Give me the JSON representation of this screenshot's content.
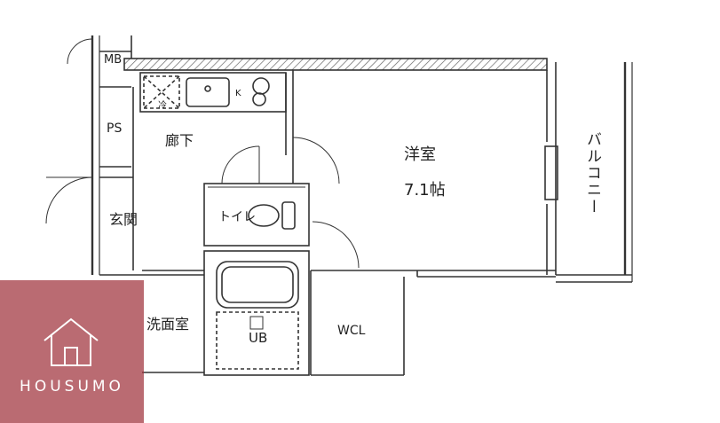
{
  "rooms": {
    "western_room": "洋室",
    "western_size": "7.1帖",
    "balcony": "バルコニー",
    "corridor": "廊下",
    "entrance": "玄関",
    "toilet": "トイレ",
    "washroom": "洗面室",
    "bath": "UB",
    "closet": "WCL",
    "meter_box": "MB",
    "pipe_space": "PS",
    "fridge": "冷",
    "stove": "K"
  },
  "logo": {
    "brand": "HOUSUMO"
  }
}
